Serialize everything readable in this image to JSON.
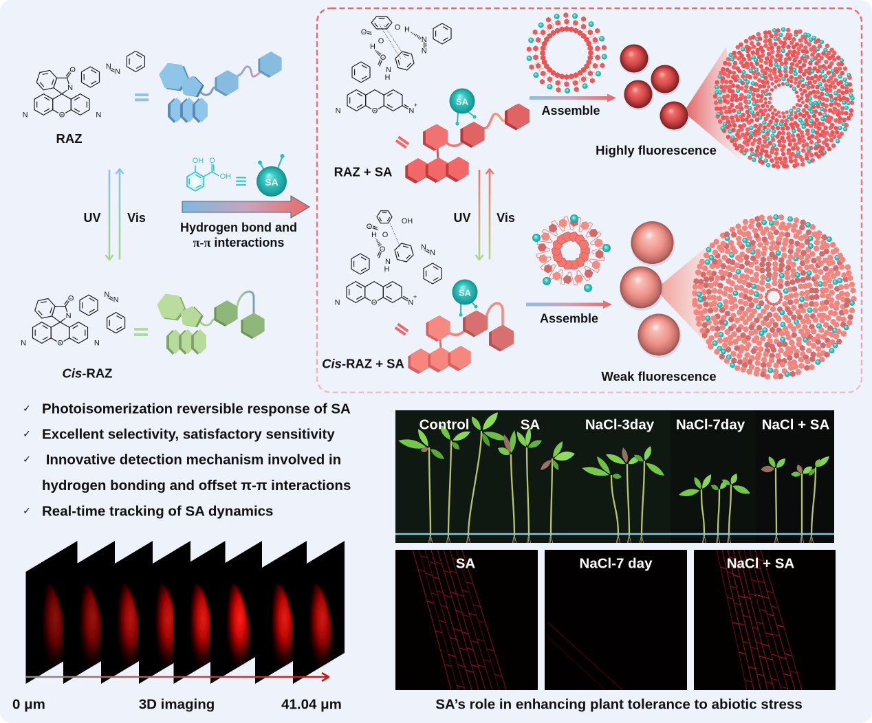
{
  "palette": {
    "background": "#eef3fb",
    "trans_raz_blue": "#8ec3e3",
    "cis_raz_green": "#b5d99c",
    "complex_red": "#f06a6a",
    "sa_teal": "#36c6c8",
    "fluorescence_red": "#d01010"
  },
  "left_panel": {
    "raz": {
      "name": "RAZ",
      "atoms": {
        "carbonyl_o": "O",
        "lactam_n": "N",
        "xanthene_o": "O",
        "amine_n_left": "N",
        "amine_n_right": "N",
        "azo_n1": "N",
        "azo_n2": "N"
      }
    },
    "cis_raz": {
      "name_italic": "Cis",
      "name_rest": "-RAZ",
      "atoms": {
        "carbonyl_o": "O",
        "lactam_n": "N",
        "xanthene_o": "O",
        "amine_n_left": "N",
        "amine_n_right": "N",
        "azo_n1": "N",
        "azo_n2": "N"
      }
    },
    "photoswitch": {
      "forward": "UV",
      "reverse": "Vis"
    },
    "salicylic_acid": {
      "atoms": {
        "phenol_oh": "OH",
        "carbonyl_o": "O",
        "acid_oh": "OH"
      },
      "equivalence_symbol": "≡",
      "token_label": "SA"
    },
    "interaction_arrow": {
      "line1": "Hydrogen bond and",
      "line2_symbol": "π-π",
      "line2_text": " interactions"
    }
  },
  "complex_panel": {
    "trans_complex": {
      "name": "RAZ + SA",
      "token_label": "SA",
      "atoms": {
        "xanthene_o": "O",
        "amine_n": "N",
        "iminium_n": "N",
        "iminium_charge": "+",
        "amide_o": "O",
        "amide_n": "N",
        "amide_h": "H",
        "azo_n_lower": "N",
        "azo_n_upper": "N",
        "phenol_o": "O",
        "phenol_h": "H",
        "acid_carbonyl_o": "O",
        "acid_hydroxyl_o": "O",
        "acid_h": "H"
      },
      "assembly_label": "Assemble",
      "emission_label": "Highly fluorescence"
    },
    "cis_complex": {
      "name_italic": "Cis",
      "name_rest": "-RAZ + SA",
      "token_label": "SA",
      "atoms": {
        "xanthene_o": "O",
        "amine_n": "N",
        "iminium_n": "N",
        "iminium_charge": "+",
        "amide_o": "O",
        "amide_n": "N",
        "amide_h": "H",
        "azo_n1": "N",
        "azo_n2": "N",
        "phenol_oh": "OH",
        "acid_carbonyl_o": "O",
        "acid_hydroxyl_o": "O",
        "acid_h": "H"
      },
      "assembly_label": "Assemble",
      "emission_label": "Weak fluorescence"
    },
    "photoswitch": {
      "forward": "UV",
      "reverse": "Vis"
    }
  },
  "highlights": {
    "icon": "✓",
    "items": [
      {
        "text": "Photoisomerization reversible response of SA"
      },
      {
        "text": "Excellent selectivity, satisfactory sensitivity"
      },
      {
        "text": " Innovative detection mechanism involved in",
        "continuation": "hydrogen bonding and offset π-π interactions"
      },
      {
        "text": "Real-time tracking of SA dynamics"
      }
    ]
  },
  "imaging_3d": {
    "start_label": "0 μm",
    "axis_title": "3D imaging",
    "end_label": "41.04 μm",
    "slice_relative_intensity": [
      0.35,
      0.45,
      0.6,
      0.72,
      0.85,
      1.0,
      0.88,
      0.75
    ]
  },
  "plant_study": {
    "photo_groups": [
      "Control",
      "SA",
      "NaCl-3day",
      "NaCl-7day",
      "NaCl + SA"
    ],
    "confocal_panels": [
      "SA",
      "NaCl-7 day",
      "NaCl + SA"
    ],
    "caption": "SA’s role in enhancing plant tolerance to abiotic stress"
  }
}
